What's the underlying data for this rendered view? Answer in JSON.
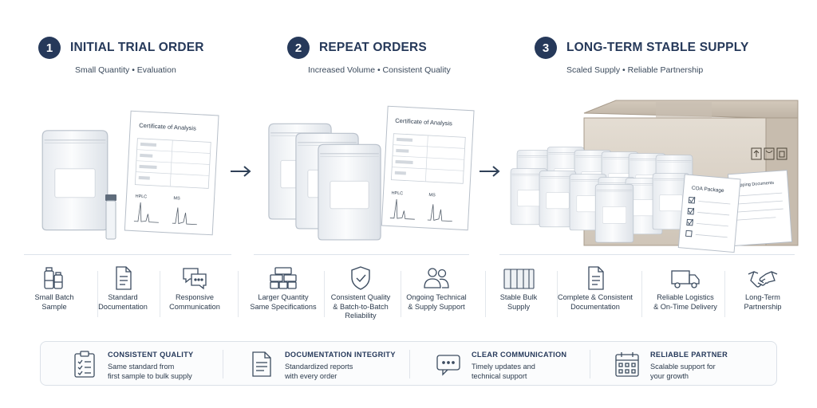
{
  "stages": [
    {
      "number": "1",
      "title": "INITIAL TRIAL ORDER",
      "subtitle": "Small Quantity • Evaluation"
    },
    {
      "number": "2",
      "title": "REPEAT ORDERS",
      "subtitle": "Increased Volume • Consistent Quality"
    },
    {
      "number": "3",
      "title": "LONG-TERM STABLE SUPPLY",
      "subtitle": "Scaled Supply • Reliable Partnership"
    }
  ],
  "documents": {
    "coa_title": "Certificate of Analysis",
    "hplc": "HPLC",
    "ms": "MS",
    "coa_package": "COA Package",
    "shipping_documents": "Shipping Documents"
  },
  "features": [
    {
      "label": "Small Batch\nSample",
      "icon": "vials-icon"
    },
    {
      "label": "Standard\nDocumentation",
      "icon": "document-icon"
    },
    {
      "label": "Responsive\nCommunication",
      "icon": "chat-icon"
    },
    {
      "label": "Larger Quantity\nSame Specifications",
      "icon": "stacked-packs-icon"
    },
    {
      "label": "Consistent Quality\n& Batch-to-Batch\nReliability",
      "icon": "shield-check-icon"
    },
    {
      "label": "Ongoing Technical\n& Supply Support",
      "icon": "people-icon"
    },
    {
      "label": "Stable Bulk\nSupply",
      "icon": "bulk-bags-icon"
    },
    {
      "label": "Complete & Consistent\nDocumentation",
      "icon": "document-icon"
    },
    {
      "label": "Reliable Logistics\n& On-Time Delivery",
      "icon": "truck-icon"
    },
    {
      "label": "Long-Term\nPartnership",
      "icon": "handshake-icon"
    }
  ],
  "panel": [
    {
      "title": "CONSISTENT QUALITY",
      "desc": "Same standard from\nfirst sample to bulk supply",
      "icon": "clipboard-check-icon"
    },
    {
      "title": "DOCUMENTATION INTEGRITY",
      "desc": "Standardized reports\nwith every order",
      "icon": "report-icon"
    },
    {
      "title": "CLEAR COMMUNICATION",
      "desc": "Timely updates and\ntechnical support",
      "icon": "chat-icon"
    },
    {
      "title": "RELIABLE PARTNER",
      "desc": "Scalable support for\nyour growth",
      "icon": "calendar-icon"
    }
  ],
  "colors": {
    "navy": "#26395a",
    "icon_stroke": "#3c4c60",
    "box": "#d8cfc3"
  }
}
